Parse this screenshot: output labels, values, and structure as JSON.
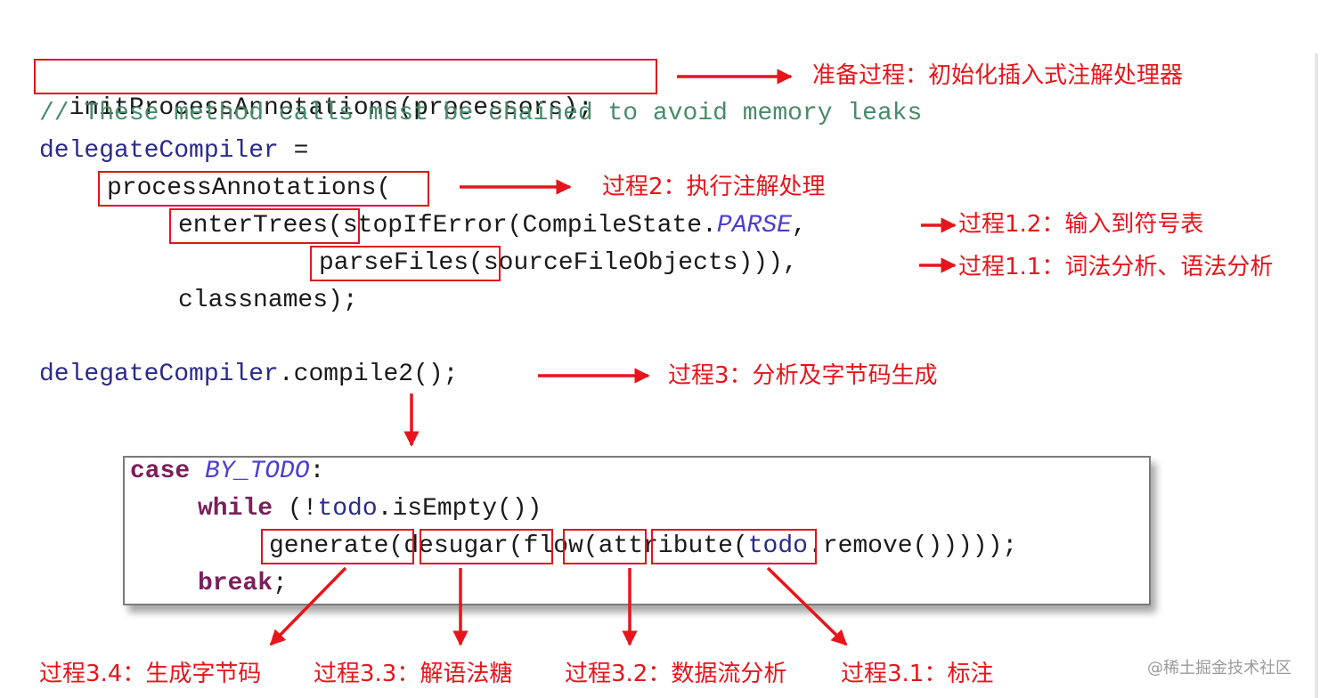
{
  "code": {
    "line1": "initProcessAnnotations(processors);",
    "comment": "// These method calls must be chained to avoid memory leaks",
    "assign_var": "delegateCompiler",
    "assign_op": " =",
    "process_fn": "processAnnotations",
    "open_paren": "(",
    "enter_fn": "enterTrees",
    "stop_if_error": "(stopIfError(CompileState.",
    "parse_const": "PARSE",
    "comma": ",",
    "parse_fn": "parseFiles",
    "parse_args": "(sourceFileObjects))),",
    "classnames": "classnames);",
    "compile_var": "delegateCompiler",
    "compile_call": ".compile2();"
  },
  "inner_code": {
    "case_kw": "case",
    "case_const": "BY_TODO",
    "colon": ":",
    "while_kw": "while",
    "while_cond_open": " (!",
    "todo_var": "todo",
    "while_cond_rest": ".isEmpty())",
    "generate": "generate",
    "desugar": "desugar",
    "flow": "flow",
    "attribute": "attribute",
    "todo_remove_open": "(",
    "todo_remove_var": "todo",
    "todo_remove_rest": ".remove()))));",
    "break_kw": "break",
    "semicolon": ";"
  },
  "annotations": {
    "prepare": "准备过程：初始化插入式注解处理器",
    "step2": "过程2：执行注解处理",
    "step1_2": "过程1.2：输入到符号表",
    "step1_1": "过程1.1：词法分析、语法分析",
    "step3": "过程3：分析及字节码生成",
    "step3_4": "过程3.4：生成字节码",
    "step3_3": "过程3.3：解语法糖",
    "step3_2": "过程3.2：数据流分析",
    "step3_1": "过程3.1：标注"
  },
  "watermark": "@稀土掘金技术社区",
  "colors": {
    "annotation_red": "#e8141b",
    "keyword_blue": "#2a2a8c",
    "comment_green": "#4a8a6a",
    "keyword_purple": "#7a1f5c"
  }
}
